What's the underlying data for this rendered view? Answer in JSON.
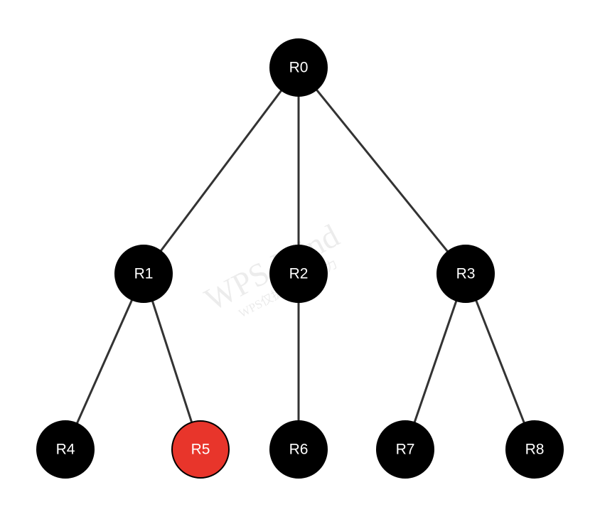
{
  "diagram": {
    "type": "tree",
    "nodes": [
      {
        "id": "R0",
        "label": "R0",
        "color": "#000000",
        "highlighted": false
      },
      {
        "id": "R1",
        "label": "R1",
        "color": "#000000",
        "highlighted": false
      },
      {
        "id": "R2",
        "label": "R2",
        "color": "#000000",
        "highlighted": false
      },
      {
        "id": "R3",
        "label": "R3",
        "color": "#000000",
        "highlighted": false
      },
      {
        "id": "R4",
        "label": "R4",
        "color": "#000000",
        "highlighted": false
      },
      {
        "id": "R5",
        "label": "R5",
        "color": "#e8352b",
        "highlighted": true
      },
      {
        "id": "R6",
        "label": "R6",
        "color": "#000000",
        "highlighted": false
      },
      {
        "id": "R7",
        "label": "R7",
        "color": "#000000",
        "highlighted": false
      },
      {
        "id": "R8",
        "label": "R8",
        "color": "#000000",
        "highlighted": false
      }
    ],
    "edges": [
      {
        "from": "R0",
        "to": "R1"
      },
      {
        "from": "R0",
        "to": "R2"
      },
      {
        "from": "R0",
        "to": "R3"
      },
      {
        "from": "R1",
        "to": "R4"
      },
      {
        "from": "R1",
        "to": "R5"
      },
      {
        "from": "R2",
        "to": "R6"
      },
      {
        "from": "R3",
        "to": "R7"
      },
      {
        "from": "R3",
        "to": "R8"
      }
    ],
    "label_color": "#ffffff",
    "edge_color": "#333333"
  },
  "watermark": {
    "main": "WPS Mind",
    "sub": "WPS仅提供绘图能力"
  }
}
